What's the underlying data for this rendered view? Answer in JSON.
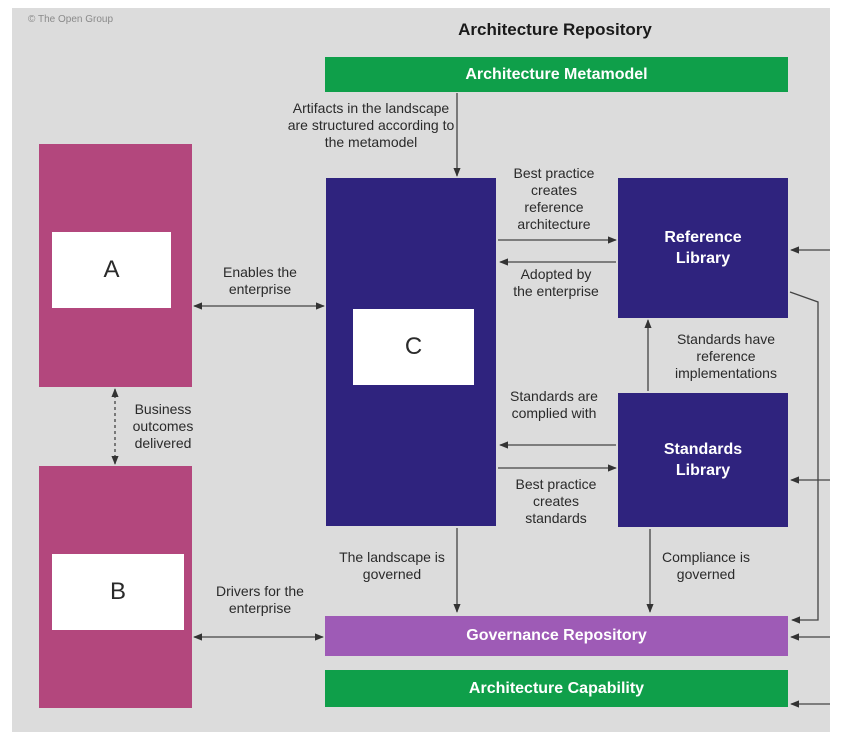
{
  "copyright": "© The Open Group",
  "title": "Architecture Repository",
  "metamodel_label": "Architecture Metamodel",
  "box_a_label": "A",
  "box_b_label": "B",
  "box_c_label": "C",
  "reference_library_label": "Reference Library",
  "standards_library_label": "Standards Library",
  "governance_repository_label": "Governance Repository",
  "architecture_capability_label": "Architecture Capability",
  "notes": {
    "artifacts_structured": "Artifacts in the landscape are structured according to the metamodel",
    "enables_enterprise": "Enables the enterprise",
    "business_outcomes": "Business outcomes delivered",
    "drivers_enterprise": "Drivers for the enterprise",
    "best_practice_reference": "Best practice creates reference architecture",
    "adopted_by_enterprise": "Adopted by the enterprise",
    "standards_reference_impl": "Standards have reference implementations",
    "standards_complied": "Standards are complied with",
    "best_practice_standards": "Best practice creates standards",
    "landscape_governed": "The landscape is governed",
    "compliance_governed": "Compliance is governed"
  },
  "colors": {
    "green": "#0f9f4a",
    "navy": "#2f237e",
    "magenta": "#b3477d",
    "purple": "#9e5bb6",
    "background": "#dcdcdc"
  }
}
